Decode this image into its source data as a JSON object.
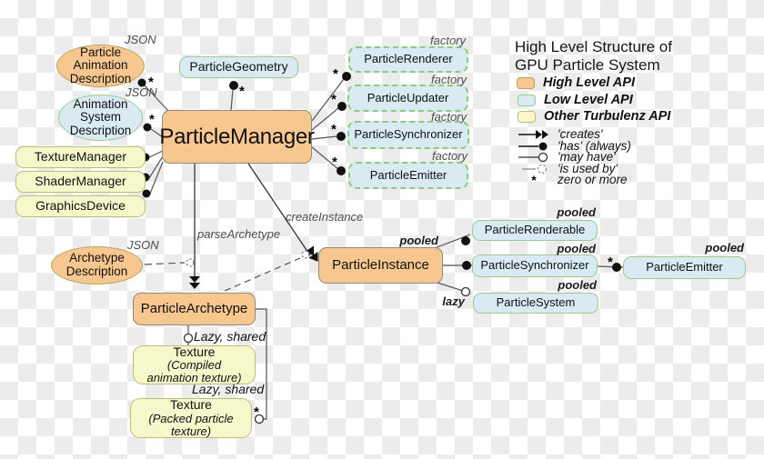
{
  "legend": {
    "title": "High Level Structure of\nGPU Particle System",
    "swatches": [
      {
        "label": "High Level API"
      },
      {
        "label": "Low Level API"
      },
      {
        "label": "Other Turbulenz API"
      }
    ],
    "relations": [
      {
        "label": "'creates'"
      },
      {
        "label": "'has' (always)"
      },
      {
        "label": "'may have'"
      },
      {
        "label": "'is used by'"
      },
      {
        "label": "zero or more"
      }
    ]
  },
  "nodes": {
    "particle_geometry": {
      "label": "ParticleGeometry"
    },
    "particle_manager": {
      "label": "ParticleManager"
    },
    "particle_renderer": {
      "label": "ParticleRenderer"
    },
    "particle_updater": {
      "label": "ParticleUpdater"
    },
    "particle_synchronizer_factory": {
      "label": "ParticleSynchronizer"
    },
    "particle_emitter_factory": {
      "label": "ParticleEmitter"
    },
    "texture_manager": {
      "label": "TextureManager"
    },
    "shader_manager": {
      "label": "ShaderManager"
    },
    "graphics_device": {
      "label": "GraphicsDevice"
    },
    "particle_animation_description": {
      "label": "Particle\nAnimation\nDescription"
    },
    "animation_system_description": {
      "label": "Animation\nSystem\nDescription"
    },
    "archetype_description": {
      "label": "Archetype\nDescription"
    },
    "particle_instance": {
      "label": "ParticleInstance"
    },
    "particle_renderable": {
      "label": "ParticleRenderable"
    },
    "particle_synchronizer_pooled": {
      "label": "ParticleSynchronizer"
    },
    "particle_system": {
      "label": "ParticleSystem"
    },
    "particle_emitter_pooled": {
      "label": "ParticleEmitter"
    },
    "particle_archetype": {
      "label": "ParticleArchetype"
    },
    "texture_compiled": {
      "title": "Texture",
      "subtitle": "(Compiled\nanimation texture)"
    },
    "texture_packed": {
      "title": "Texture",
      "subtitle": "(Packed particle\ntexture)"
    }
  },
  "annotations": {
    "json_particle_animation": "JSON",
    "json_animation_system": "JSON",
    "json_archetype": "JSON",
    "factory": [
      "factory",
      "factory",
      "factory",
      "factory"
    ],
    "pooled": [
      "pooled",
      "pooled",
      "pooled",
      "pooled",
      "pooled"
    ],
    "lazy": "lazy",
    "lazy_shared_compiled": "Lazy, shared",
    "lazy_shared_packed": "Lazy, shared",
    "parse_archetype": "parseArchetype",
    "create_instance": "createInstance",
    "star": "*"
  },
  "colors": {
    "checker_white": "#ffffff",
    "checker_gray": "#ececec",
    "high_level_fill": "#f8c78f",
    "high_level_border": "#8c8c7a",
    "ellipse_orange_border": "#b3a660",
    "low_level_fill": "#d9eaf3",
    "low_level_border": "#9ccb8e",
    "factory_border": "#8fc97e",
    "other_fill": "#f6f8cb",
    "other_border": "#b9bf7a",
    "line": "#555555",
    "dark": "#111111"
  }
}
